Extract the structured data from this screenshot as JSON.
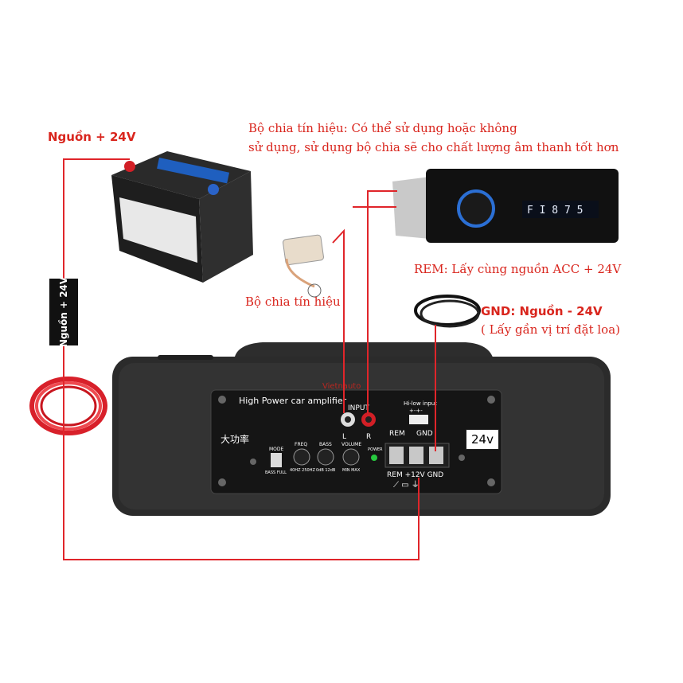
{
  "labels": {
    "battery_power": "Nguồn + 24V",
    "splitter_note_line1": "Bộ chia tín hiệu: Có thể sử dụng hoặc không",
    "splitter_note_line2": "sử dụng, sử dụng bộ chia sẽ cho chất lượng âm thanh tốt hơn",
    "rem": "REM: Lấy cùng nguồn ACC + 24V",
    "splitter": "Bộ chia tín hiệu",
    "gnd": "GND: Nguồn - 24V",
    "gnd_note": "( Lấy gần vị trí đặt loa)",
    "vertical_tag": "Nguồn + 24V"
  },
  "amplifier_panel": {
    "title": "High Power car amplifier",
    "chinese_label": "大功率",
    "input_label": "INPUT",
    "left": "L",
    "right": "R",
    "hilow_input": "Hi-low input",
    "hilow_pins": "+-+-",
    "mode": "MODE",
    "freq": "FREQ",
    "bass": "BASS",
    "volume": "VOLUME",
    "power": "POWER",
    "bass_full": "BASS FULL",
    "freq_range": "40HZ 250HZ",
    "bass_range": "0dB 12dB",
    "volume_range": "MIN MAX",
    "terminal_top": "REM     GND",
    "terminal_bottom": "REM +12V GND",
    "voltage_badge": "24v",
    "watermark": "Vietnauto"
  },
  "head_unit": {
    "display": "F I  8 7 5"
  },
  "colors": {
    "wire": "#e0252a",
    "label_red": "#d9251d",
    "panel": "#1c1c1c",
    "amp_body": "#2a2a2a"
  }
}
